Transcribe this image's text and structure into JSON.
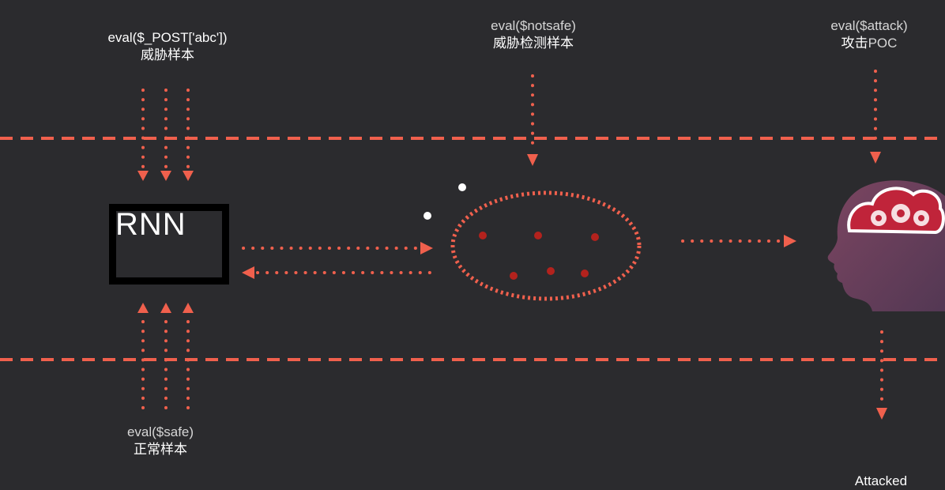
{
  "colors": {
    "background": "#2b2b2e",
    "accent": "#f0604d",
    "point": "#b3221d",
    "white": "#ffffff"
  },
  "labels": {
    "threat_code": "eval($_POST['abc'])",
    "threat_sample": "威胁样本",
    "detect_code": "eval($notsafe)",
    "detect_sample": "威胁检测样本",
    "attack_code": "eval($attack)",
    "attack_prefix": "攻击",
    "attack_suffix": "POC",
    "safe_code": "eval($safe)",
    "safe_sample": "正常样本",
    "attacked": "Attacked",
    "rnn": "RNN"
  },
  "icons": {
    "cloud_head": "cloud-gears-head-icon"
  }
}
